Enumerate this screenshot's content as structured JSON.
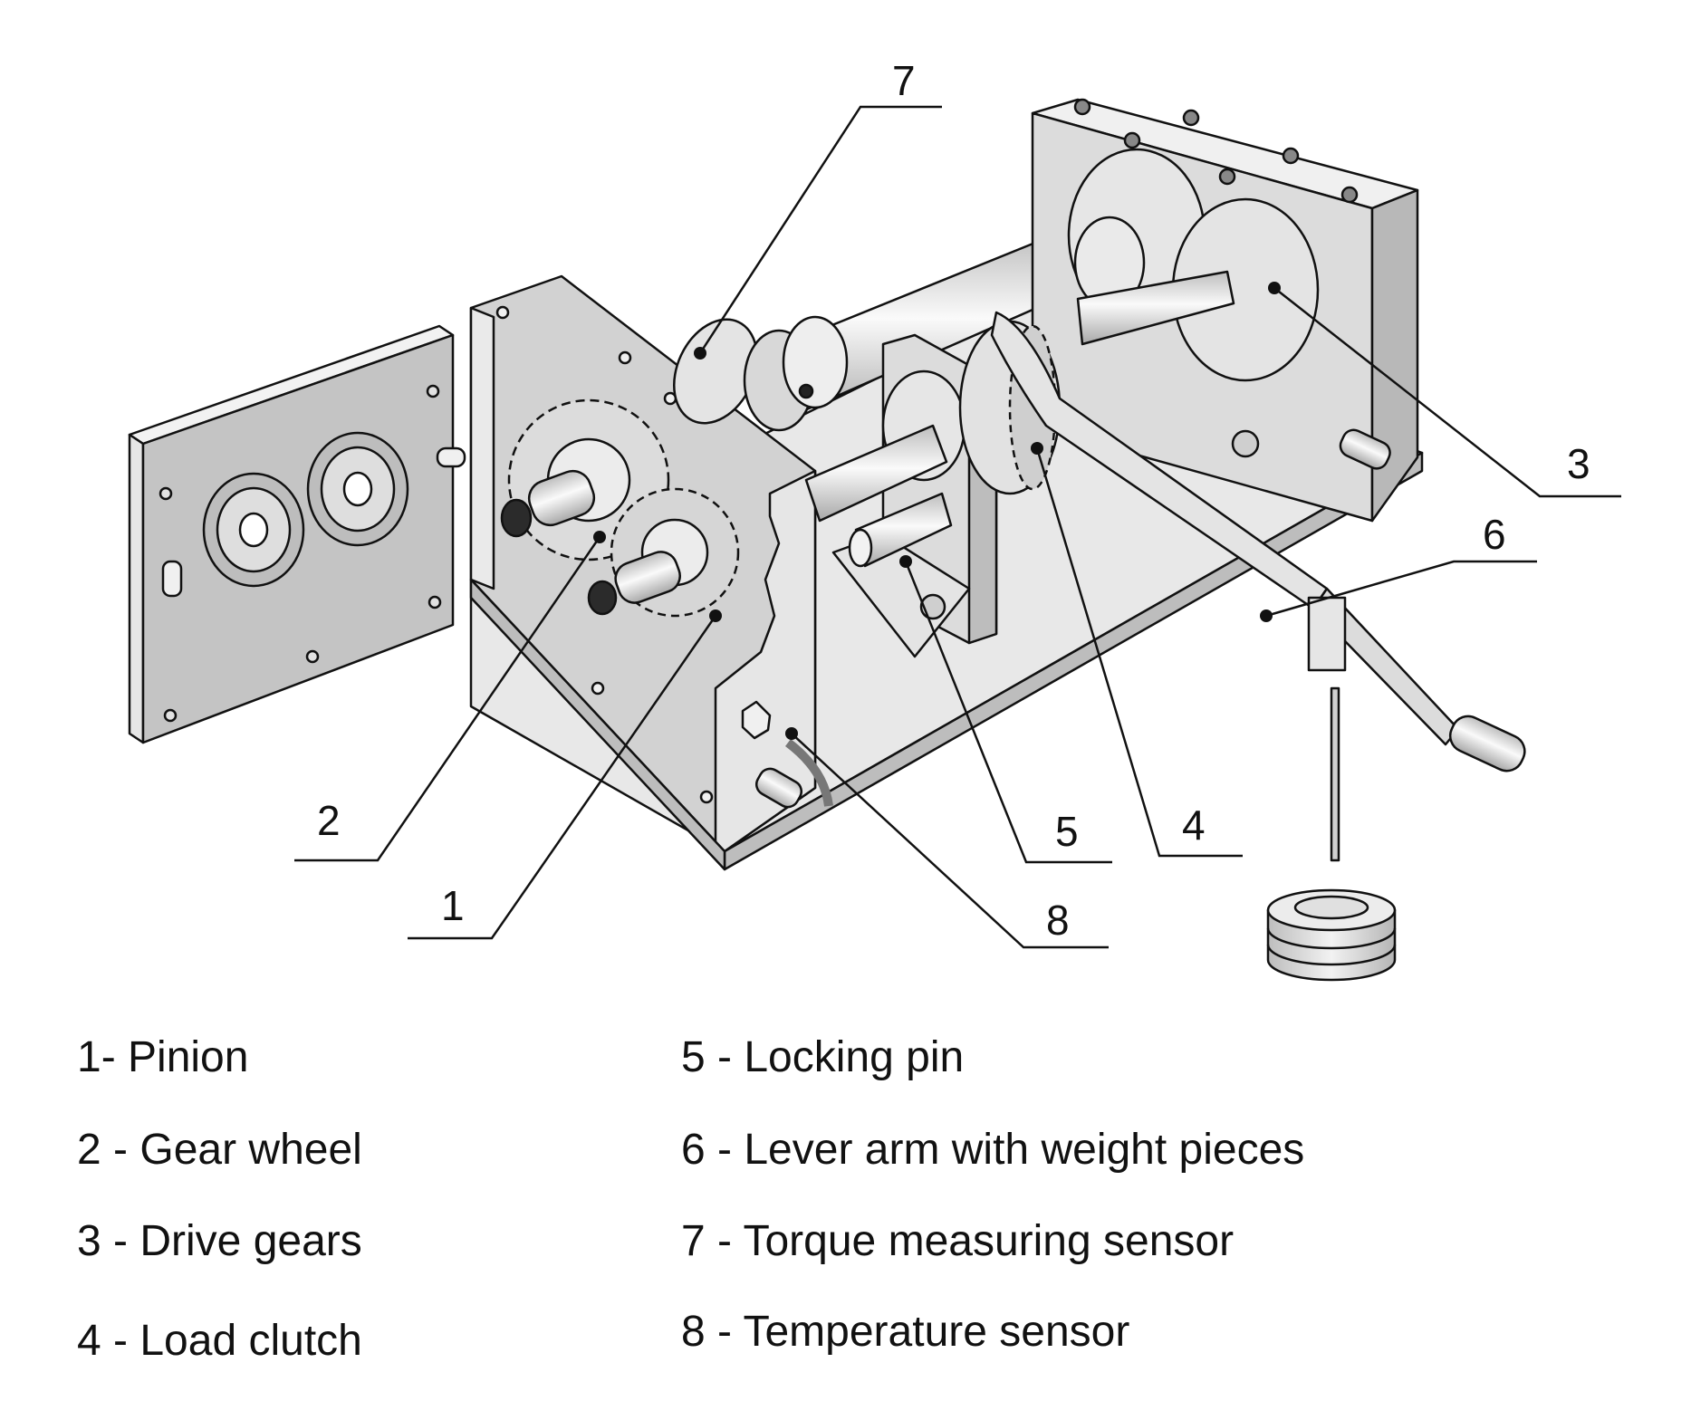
{
  "diagram": {
    "subject": "Gear test rig with torque measuring setup (exploded isometric view)",
    "colors": {
      "line": "#111111",
      "metal_light": "#eeeeee",
      "metal_mid": "#cfcfcf",
      "metal_dark": "#a9a9a9",
      "background": "#ffffff"
    },
    "callouts": [
      {
        "number": "1",
        "part": "Pinion"
      },
      {
        "number": "2",
        "part": "Gear wheel"
      },
      {
        "number": "3",
        "part": "Drive gears"
      },
      {
        "number": "4",
        "part": "Load clutch"
      },
      {
        "number": "5",
        "part": "Locking pin"
      },
      {
        "number": "6",
        "part": "Lever arm with weight pieces"
      },
      {
        "number": "7",
        "part": "Torque measuring sensor"
      },
      {
        "number": "8",
        "part": "Temperature sensor"
      }
    ]
  },
  "legend": {
    "items": [
      {
        "text": "1- Pinion"
      },
      {
        "text": "2 - Gear wheel"
      },
      {
        "text": "3 - Drive gears"
      },
      {
        "text": "4 - Load clutch"
      },
      {
        "text": "5 - Locking pin"
      },
      {
        "text": "6 - Lever arm with weight pieces"
      },
      {
        "text": "7 - Torque measuring sensor"
      },
      {
        "text": "8 - Temperature sensor"
      }
    ]
  }
}
